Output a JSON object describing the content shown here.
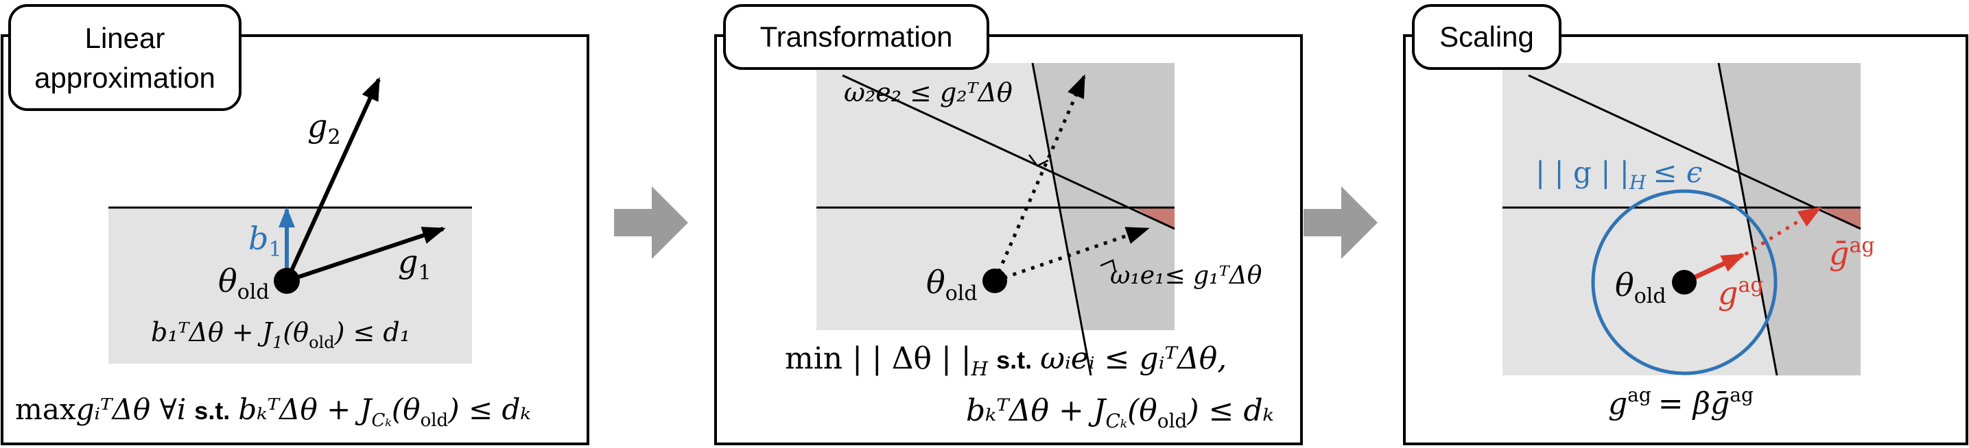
{
  "panels": [
    {
      "title_line1": "Linear",
      "title_line2": "approximation",
      "g2": "g",
      "g2_sub": "2",
      "b1": "b",
      "b1_sub": "1",
      "g1": "g",
      "g1_sub": "1",
      "theta": "θ",
      "theta_sub": "old",
      "constraint": "b₁ᵀΔθ + J",
      "constraint_tail": "(θ",
      "constraint_end": ") ≤ d₁",
      "objective_a": "max",
      "objective_b": "gᵢᵀΔθ ∀i",
      "objective_st": "s.t.",
      "objective_c": "bₖᵀΔθ + J",
      "objective_d": "(θ",
      "objective_e": ") ≤ dₖ"
    },
    {
      "title": "Transformation",
      "line2_label": "ω₂e₂ ≤ g₂ᵀΔθ",
      "line1_label": "ω₁e₁≤ g₁ᵀΔθ",
      "theta": "θ",
      "theta_sub": "old",
      "obj_line1_a": "min | | Δθ | |",
      "obj_line1_H": "H",
      "obj_line1_st": "s.t.",
      "obj_line1_b": "ωᵢeᵢ ≤ gᵢᵀΔθ,",
      "obj_line2_a": "bₖᵀΔθ + J",
      "obj_line2_b": "(θ",
      "obj_line2_c": ") ≤ dₖ"
    },
    {
      "title": "Scaling",
      "norm_label": "| | g | |",
      "norm_sub": "H",
      "norm_tail": "≤ ϵ",
      "theta": "θ",
      "theta_sub": "old",
      "gag": "g",
      "gag_sup": "ag",
      "gbar": "ḡ",
      "gbar_sup": "ag",
      "eq_a": "g",
      "eq_sup1": "ag",
      "eq_b": "= βḡ",
      "eq_sup2": "ag"
    }
  ],
  "colors": {
    "blue": "#2f74b5",
    "red": "#d9392b",
    "region": "#e3e3e3",
    "region_dark": "#c8c8c8",
    "feasible": "#c77b72",
    "arrow": "#9b9b9b"
  }
}
